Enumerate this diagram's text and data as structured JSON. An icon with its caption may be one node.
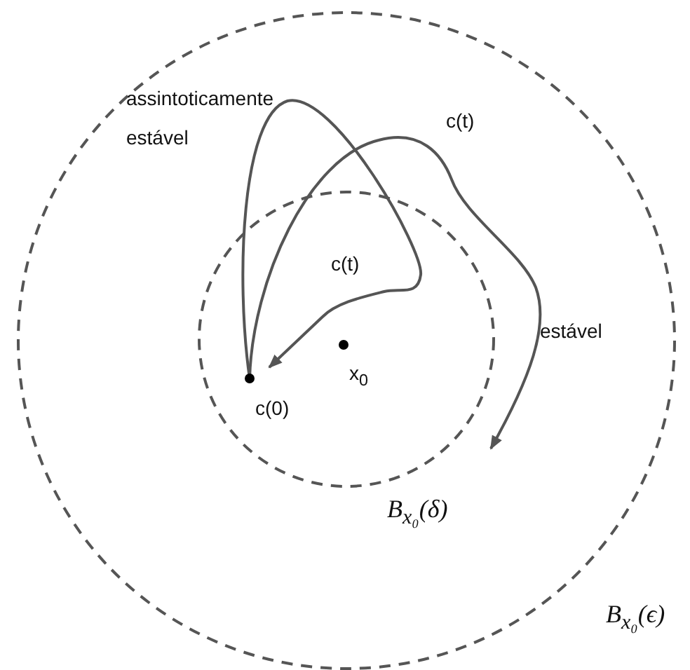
{
  "diagram": {
    "labels": [
      "assintoticamente estável",
      "c(t)",
      "c(t)",
      "estável",
      "c(0)",
      "x$_{0}$",
      "B$_{x₀}$(δ)",
      "B$_{x₀}$(ϵ)"
    ]
  }
}
